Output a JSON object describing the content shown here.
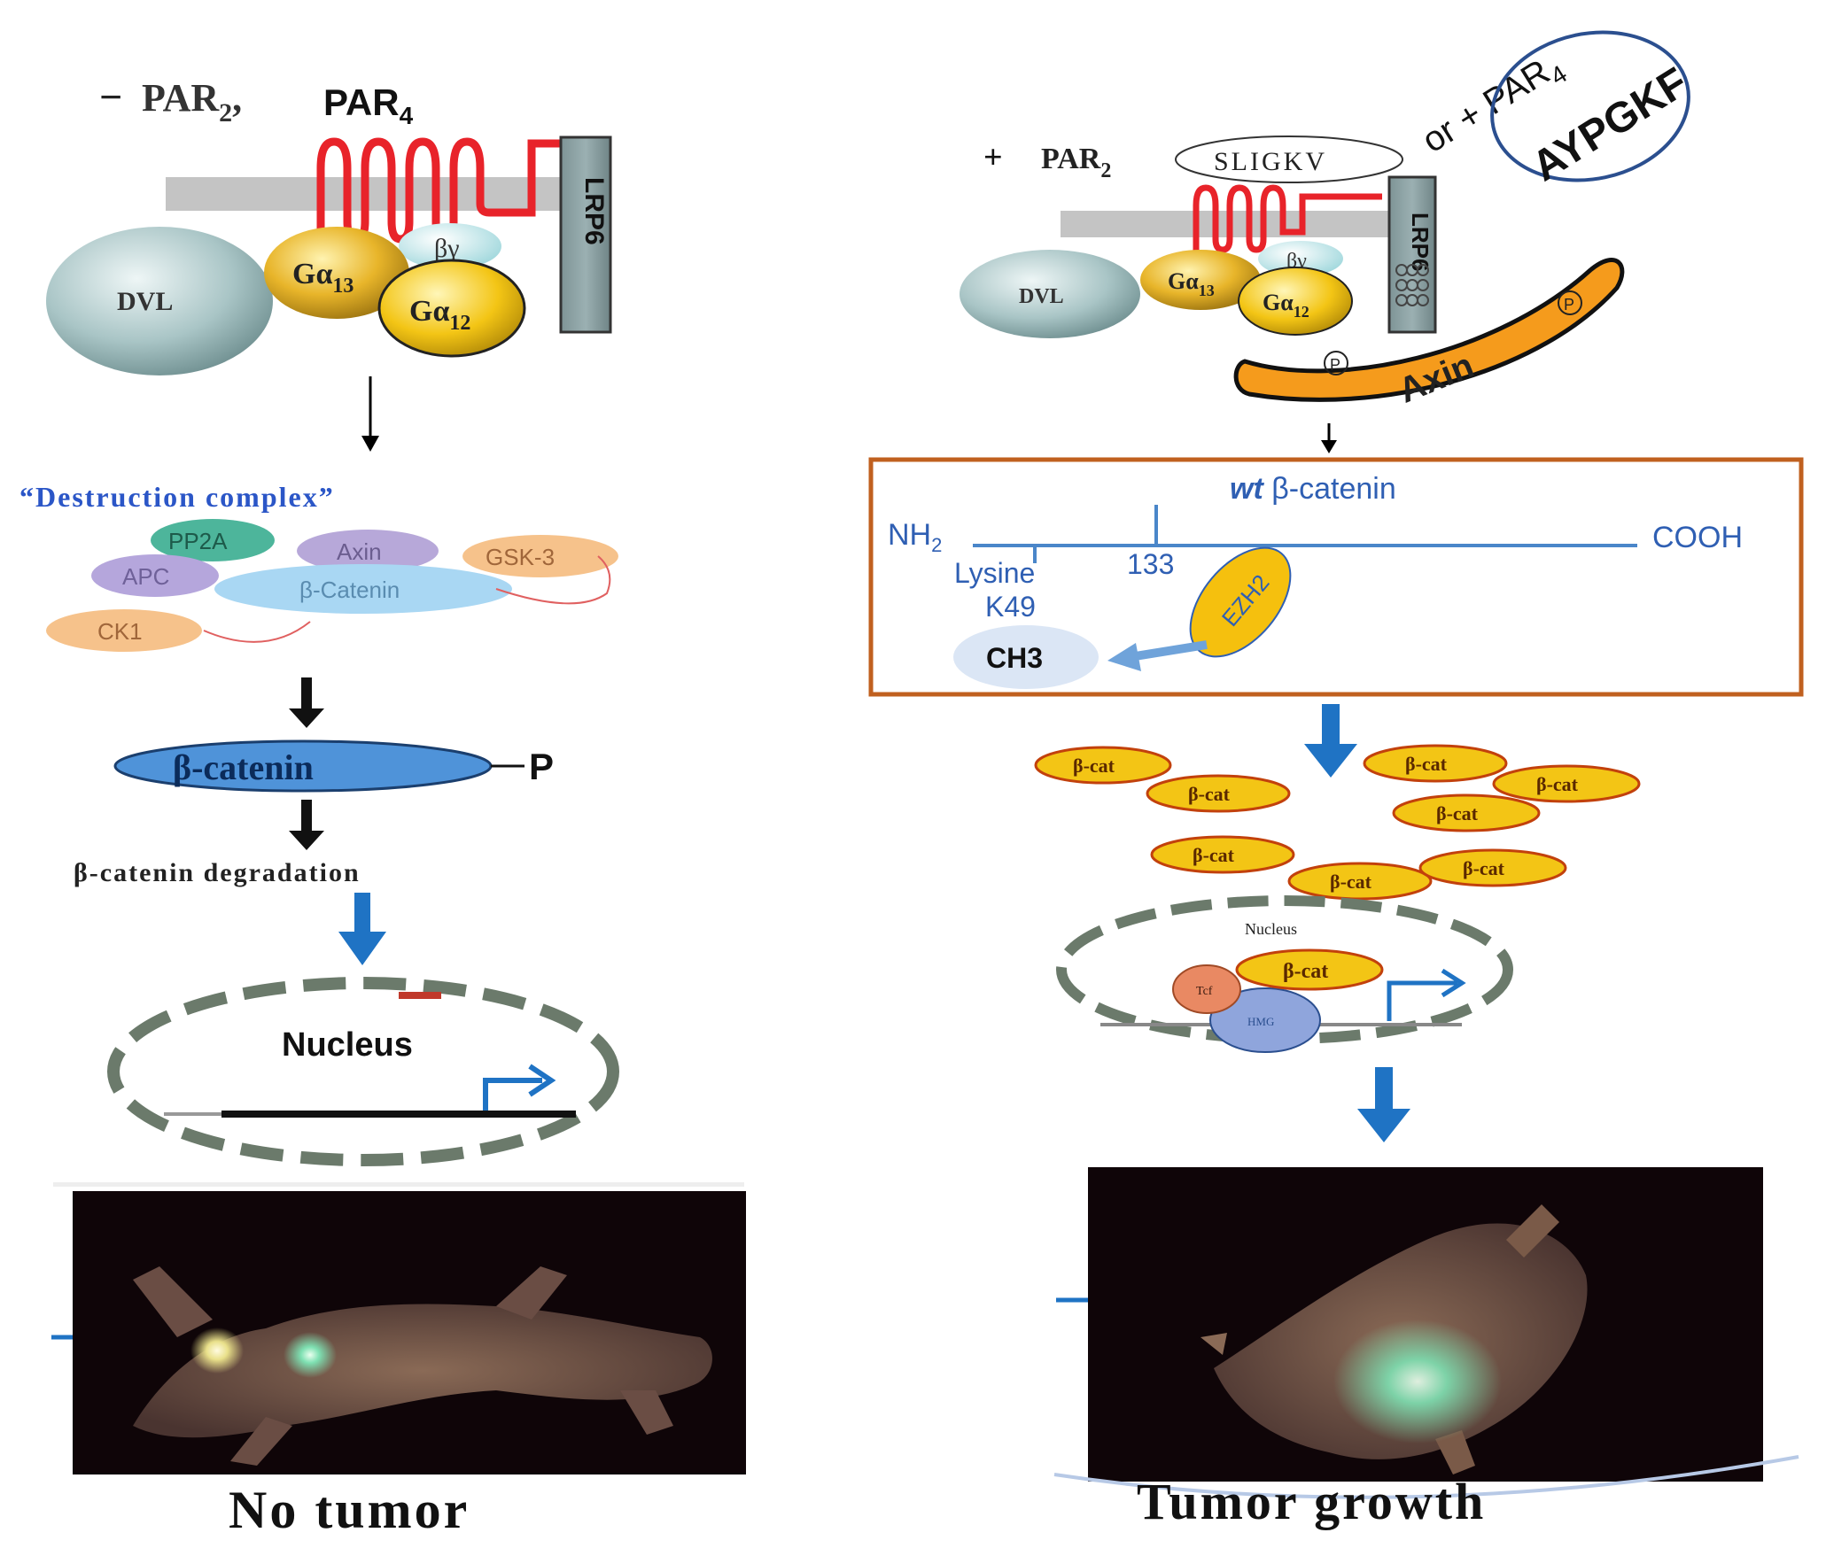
{
  "left": {
    "receptor_label_minus": "−",
    "par2": "PAR",
    "par2_sub": "2",
    "comma": ",",
    "par4": "PAR",
    "par4_sub": "4",
    "lrp6": "LRP6",
    "beta_gamma": "βγ",
    "dvl": "DVL",
    "ga13": "Gα",
    "ga13_sub": "13",
    "ga12": "Gα",
    "ga12_sub": "12",
    "destruction_complex": "“Destruction complex”",
    "pp2a": "PP2A",
    "axin": "Axin",
    "gsk3": "GSK-3",
    "apc": "APC",
    "bcatenin_complex": "β-Catenin",
    "ck1": "CK1",
    "bcatenin_p": "β-catenin",
    "phospho": "P",
    "degradation": "β-catenin  degradation",
    "nucleus": "Nucleus",
    "outcome": "No tumor"
  },
  "right": {
    "plus_par2": "+",
    "par2": "PAR",
    "par2_sub": "2",
    "sligkv": "SLIGKV",
    "or_par4": "or + PAR",
    "par4_sub": "4",
    "aypgkf": "AYPGKF",
    "lrp6": "LRP6",
    "beta_gamma": "βγ",
    "dvl": "DVL",
    "ga13": "Gα",
    "ga13_sub": "13",
    "ga12": "Gα",
    "ga12_sub": "12",
    "axin": "Axin",
    "phospho": "P",
    "box_title_italic": "wt",
    "box_title": " β-catenin",
    "nh2": "NH",
    "nh2_sub": "2",
    "cooh": "COOH",
    "res133": "133",
    "lysine": "Lysine",
    "k49": "K49",
    "ch3": "CH3",
    "ezh2": "EZH2",
    "bcat": "β-cat",
    "nucleus": "Nucleus",
    "tcf": "Tcf",
    "hmg": "HMG",
    "outcome": "Tumor growth"
  },
  "colors": {
    "arrow_blue": "#1f73c4",
    "receptor_red": "#e8232a",
    "gold": "#e2b32b",
    "orange_axin": "#f59b1c",
    "box_border": "#c0601f",
    "text_blue": "#2f5fb3",
    "nucleus_grey": "#6b7a6b"
  }
}
